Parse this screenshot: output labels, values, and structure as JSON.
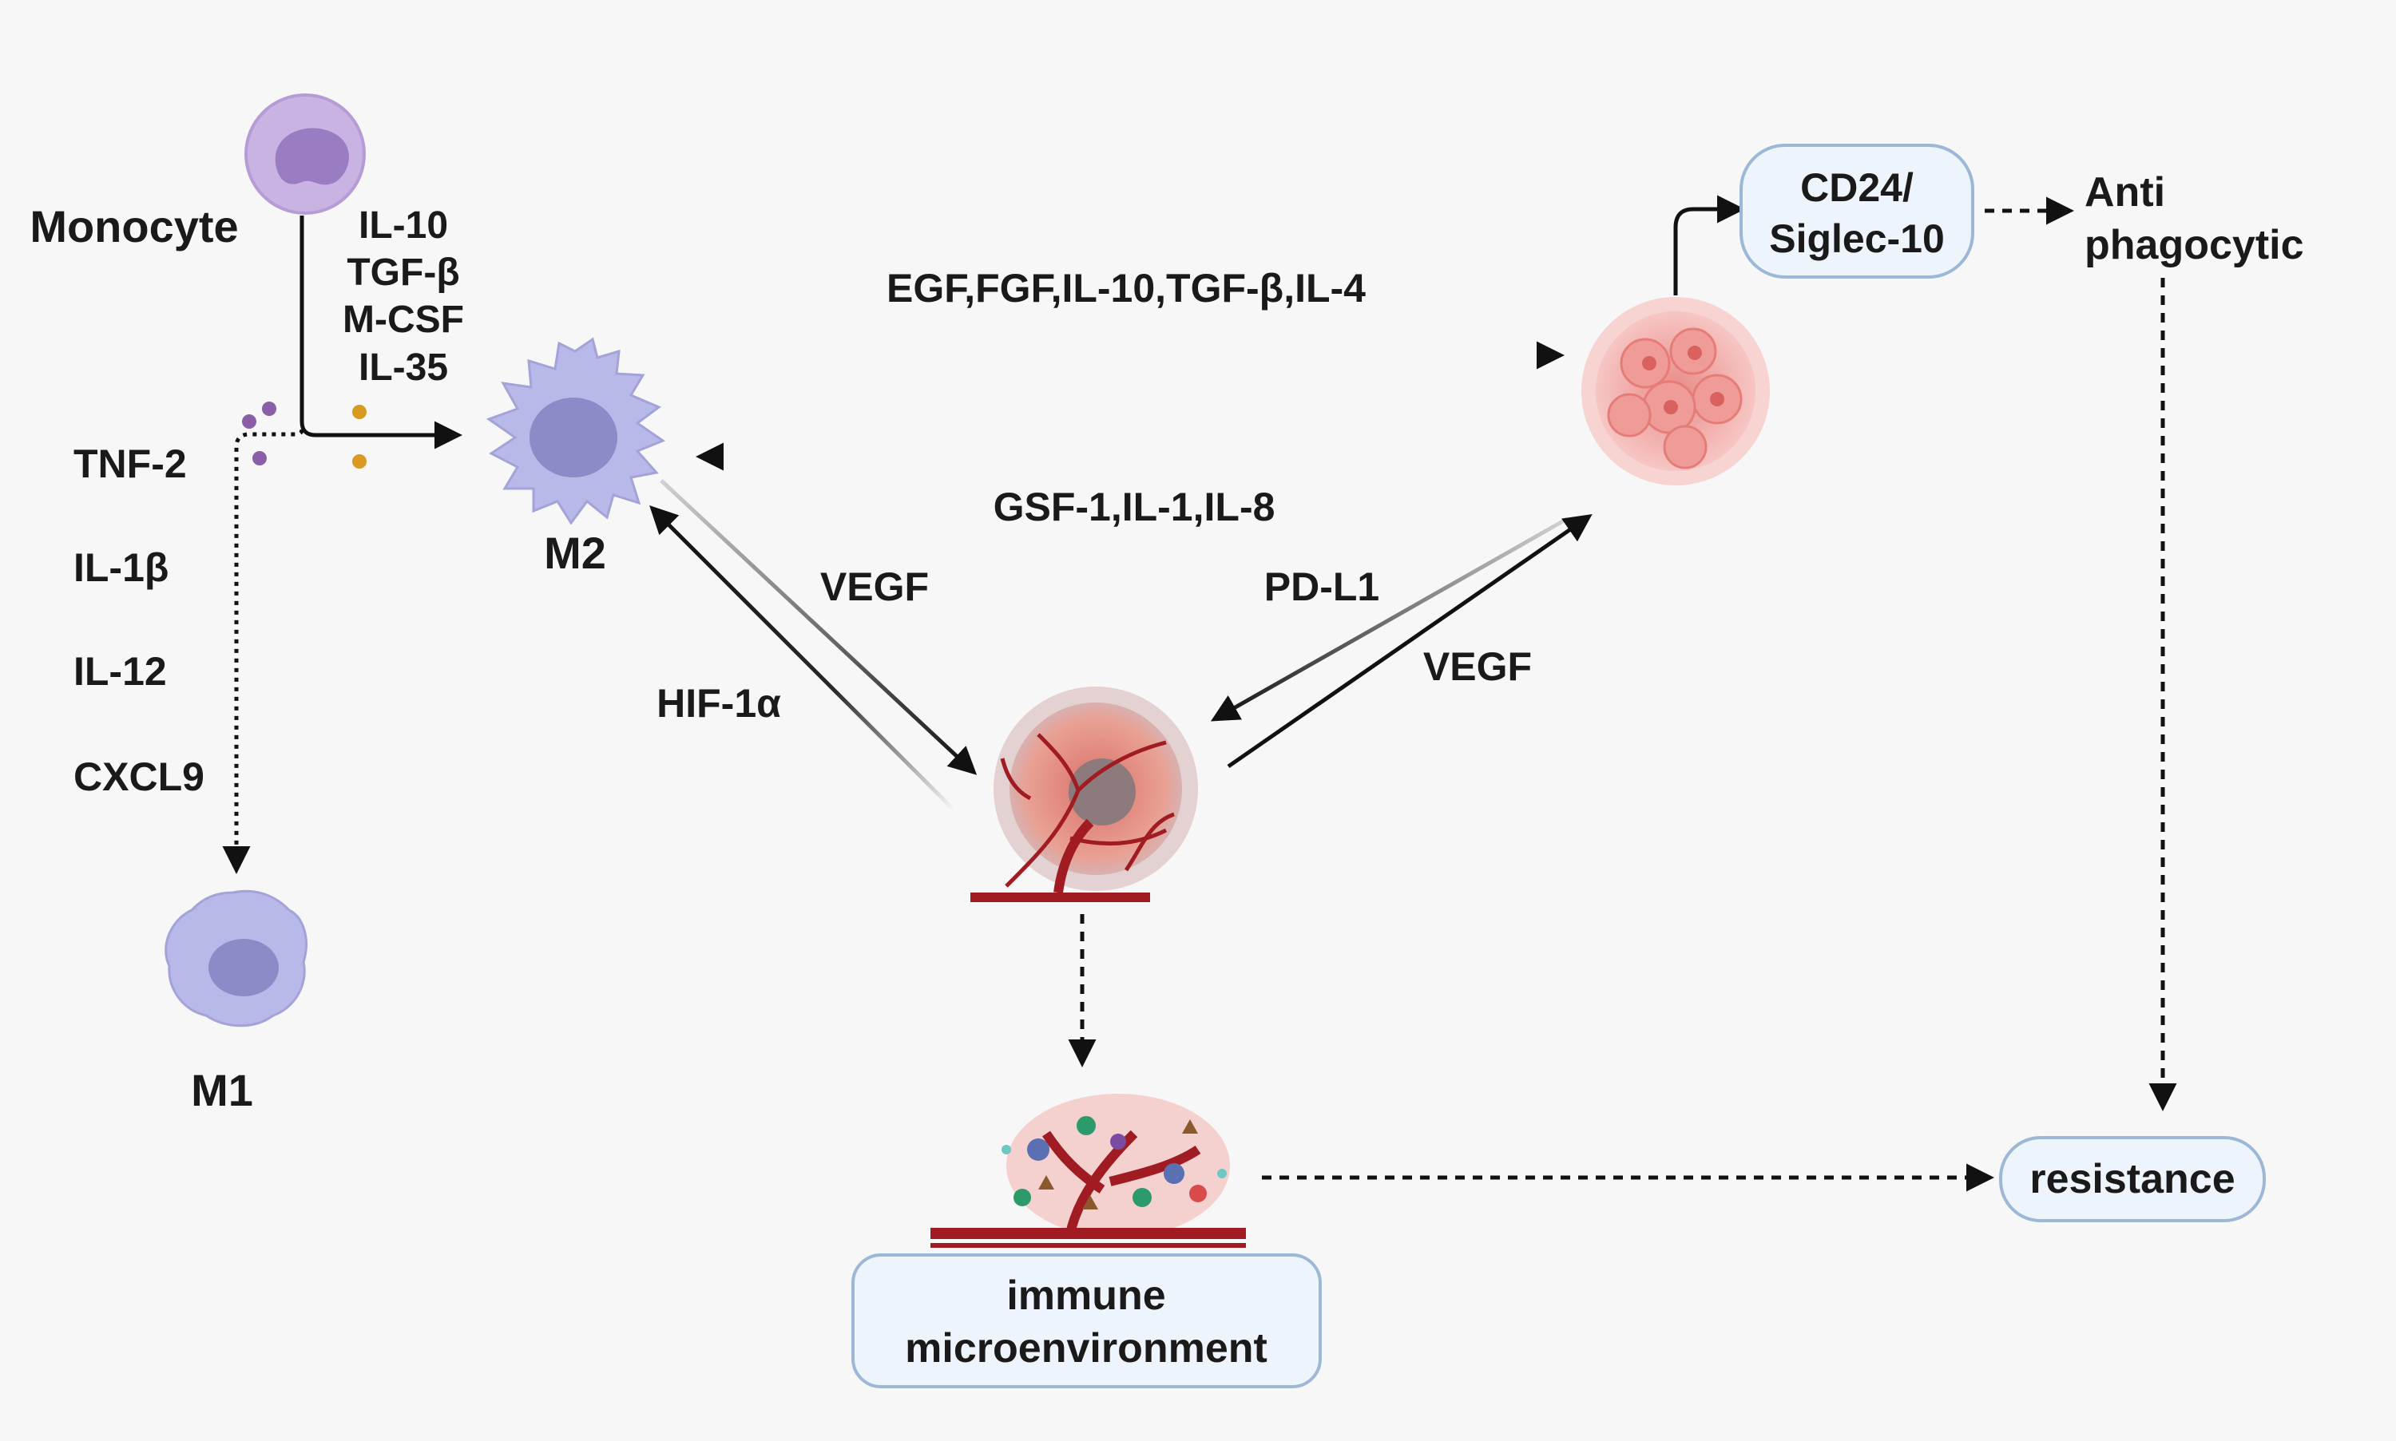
{
  "cells": {
    "monocyte": "Monocyte",
    "m2": "M2",
    "m1": "M1"
  },
  "m2_cytokines": [
    "IL-10",
    "TGF-β",
    "M-CSF",
    "IL-35"
  ],
  "m1_cytokines": [
    "TNF-2",
    "IL-1β",
    "IL-12",
    "CXCL9"
  ],
  "edges": {
    "m2_to_tumor": "EGF,FGF,IL-10,TGF-β,IL-4",
    "tumor_to_m2": "GSF-1,IL-1,IL-8",
    "m2_to_vessel": "VEGF",
    "vessel_to_m2": "HIF-1α",
    "tumor_to_vessel": "PD-L1",
    "vessel_to_tumor": "VEGF"
  },
  "boxes": {
    "cd24": [
      "CD24/",
      "Siglec-10"
    ],
    "anti": [
      "Anti",
      "phagocytic"
    ],
    "resistance": "resistance",
    "immune": [
      "immune",
      "microenvironment"
    ]
  },
  "colors": {
    "monocyte": "#c5b0e0",
    "macrophage": "#b7b8e6",
    "nucleus": "#8c8ac7",
    "tumor": "#f2a7a5",
    "vessel": "#a01c22",
    "box_fill": "#edf4fb",
    "box_stroke": "#9cb8d6"
  }
}
